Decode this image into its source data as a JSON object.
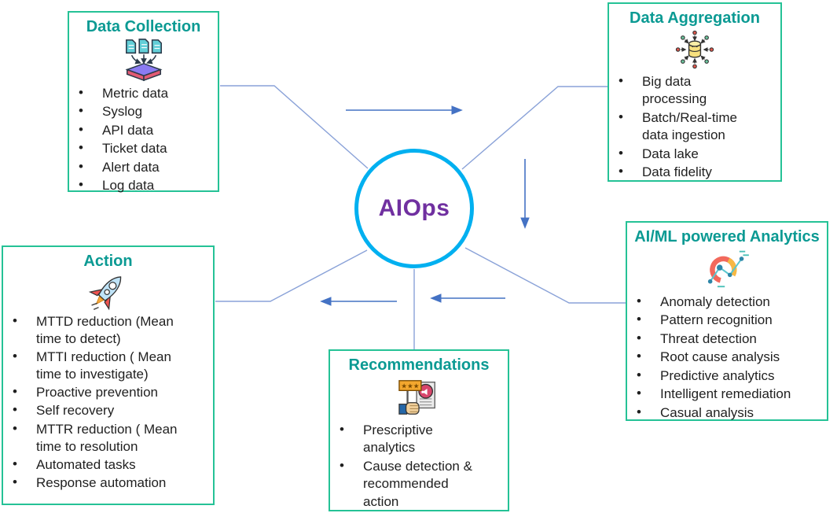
{
  "center": {
    "label": "AIOps"
  },
  "colors": {
    "box_border": "#25c296",
    "title_teal": "#0b9a93",
    "circle_border": "#00b0f0",
    "center_text_purple": "#7030a0",
    "connector_line": "#8aa2d8",
    "flow_arrow": "#4472c4",
    "body_text": "#1f1f1f"
  },
  "boxes": {
    "data_collection": {
      "title": "Data Collection",
      "icon": "documents-collector-icon",
      "items": [
        "Metric data",
        "Syslog",
        "API data",
        "Ticket data",
        "Alert data",
        "Log data"
      ]
    },
    "data_aggregation": {
      "title": "Data Aggregation",
      "icon": "database-aggregation-icon",
      "items": [
        "Big data processing",
        "Batch/Real-time data ingestion",
        "Data lake",
        "Data fidelity"
      ]
    },
    "ai_ml_analytics": {
      "title": "AI/ML powered Analytics",
      "icon": "analytics-chart-icon",
      "items": [
        "Anomaly detection",
        "Pattern recognition",
        "Threat detection",
        "Root cause analysis",
        "Predictive analytics",
        "Intelligent remediation",
        "Casual analysis"
      ]
    },
    "recommendations": {
      "title": "Recommendations",
      "icon": "recommendation-sign-icon",
      "items": [
        "Prescriptive analytics",
        "Cause detection & recommended action"
      ]
    },
    "action": {
      "title": "Action",
      "icon": "rocket-icon",
      "items": [
        "MTTD reduction (Mean time to detect)",
        "MTTI reduction ( Mean time to investigate)",
        "Proactive prevention",
        "Self recovery",
        "MTTR reduction ( Mean time to resolution",
        "Automated tasks",
        "Response automation"
      ]
    }
  }
}
